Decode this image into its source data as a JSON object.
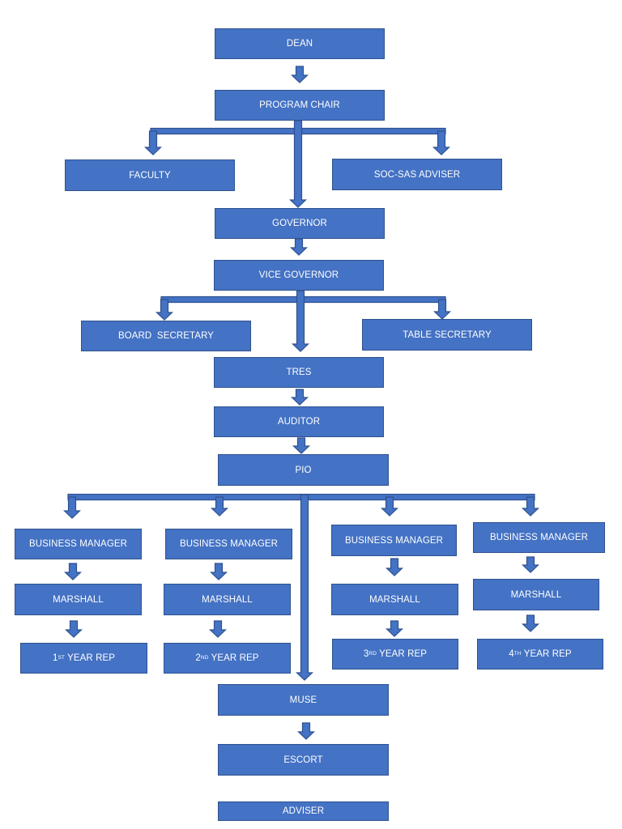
{
  "colors": {
    "box_fill": "#4472c4",
    "box_border": "#2f528f",
    "text": "#ffffff"
  },
  "nodes": {
    "dean": "DEAN",
    "program_chair": "PROGRAM CHAIR",
    "faculty": "FACULTY",
    "soc_sas_adviser": "SOC-SAS ADVISER",
    "governor": "GOVERNOR",
    "vice_governor": "VICE GOVERNOR",
    "board_secretary": "BOARD  SECRETARY",
    "table_secretary": "TABLE SECRETARY",
    "tres": "TRES",
    "auditor": "AUDITOR",
    "pio": "PIO",
    "business_manager_1": "BUSINESS MANAGER",
    "business_manager_2": "BUSINESS MANAGER",
    "business_manager_3": "BUSINESS MANAGER",
    "business_manager_4": "BUSINESS MANAGER",
    "marshall_1": "MARSHALL",
    "marshall_2": "MARSHALL",
    "marshall_3": "MARSHALL",
    "marshall_4": "MARSHALL",
    "rep_1": {
      "num": "1",
      "sup": "ST",
      "rest": " YEAR REP"
    },
    "rep_2": {
      "num": "2",
      "sup": "ND",
      "rest": " YEAR REP"
    },
    "rep_3": {
      "num": "3",
      "sup": "RD",
      "rest": " YEAR REP"
    },
    "rep_4": {
      "num": "4",
      "sup": "TH",
      "rest": " YEAR REP"
    },
    "muse": "MUSE",
    "escort": "ESCORT",
    "adviser": "ADVISER"
  }
}
